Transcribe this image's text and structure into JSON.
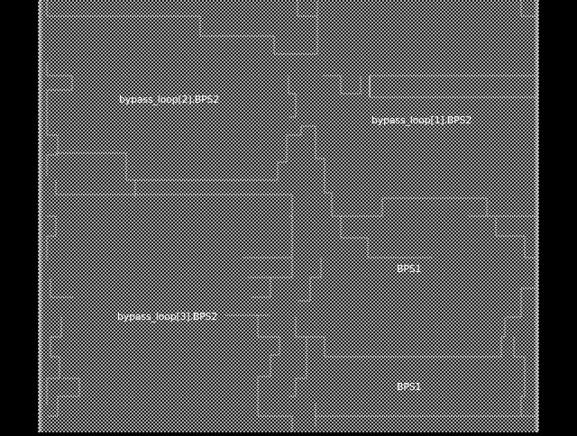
{
  "colors": {
    "background": "#000000",
    "fill_light": "#9a9a9a",
    "fill_dark": "#1c1c1c",
    "trace": "#ffffff",
    "label": "#ffffff"
  },
  "labels": {
    "bypass_loop_2": "bypass_loop[2].BPS2",
    "bypass_loop_1": "bypass_loop[1].BPS2",
    "bps1_upper": "BPS1",
    "bypass_loop_3": "bypass_loop[3].BPS2",
    "bps1_lower": "BPS1"
  }
}
